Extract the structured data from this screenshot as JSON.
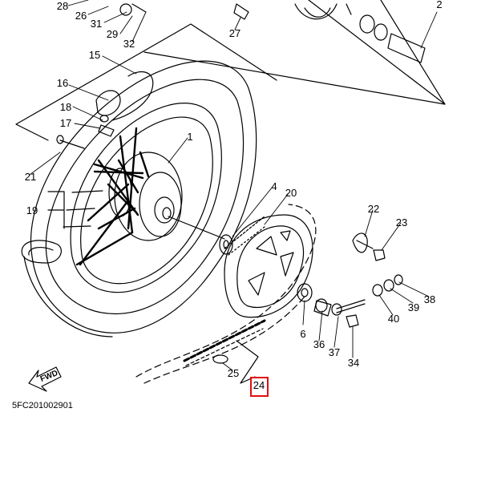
{
  "diagram": {
    "document_code": "5FC201002901",
    "direction_label": "FWD",
    "highlight_color": "#e01010",
    "highlighted_part": "24",
    "parts": [
      {
        "id": "28",
        "label": "28"
      },
      {
        "id": "26",
        "label": "26"
      },
      {
        "id": "31",
        "label": "31"
      },
      {
        "id": "29",
        "label": "29"
      },
      {
        "id": "32",
        "label": "32"
      },
      {
        "id": "27",
        "label": "27"
      },
      {
        "id": "2",
        "label": "2"
      },
      {
        "id": "15",
        "label": "15"
      },
      {
        "id": "16",
        "label": "16"
      },
      {
        "id": "18",
        "label": "18"
      },
      {
        "id": "17",
        "label": "17"
      },
      {
        "id": "1",
        "label": "1"
      },
      {
        "id": "21",
        "label": "21"
      },
      {
        "id": "4",
        "label": "4"
      },
      {
        "id": "20",
        "label": "20"
      },
      {
        "id": "19",
        "label": "19"
      },
      {
        "id": "22",
        "label": "22"
      },
      {
        "id": "23",
        "label": "23"
      },
      {
        "id": "38",
        "label": "38"
      },
      {
        "id": "39",
        "label": "39"
      },
      {
        "id": "40",
        "label": "40"
      },
      {
        "id": "6",
        "label": "6"
      },
      {
        "id": "36",
        "label": "36"
      },
      {
        "id": "37",
        "label": "37"
      },
      {
        "id": "34",
        "label": "34"
      },
      {
        "id": "25",
        "label": "25"
      },
      {
        "id": "24",
        "label": "24"
      }
    ]
  }
}
